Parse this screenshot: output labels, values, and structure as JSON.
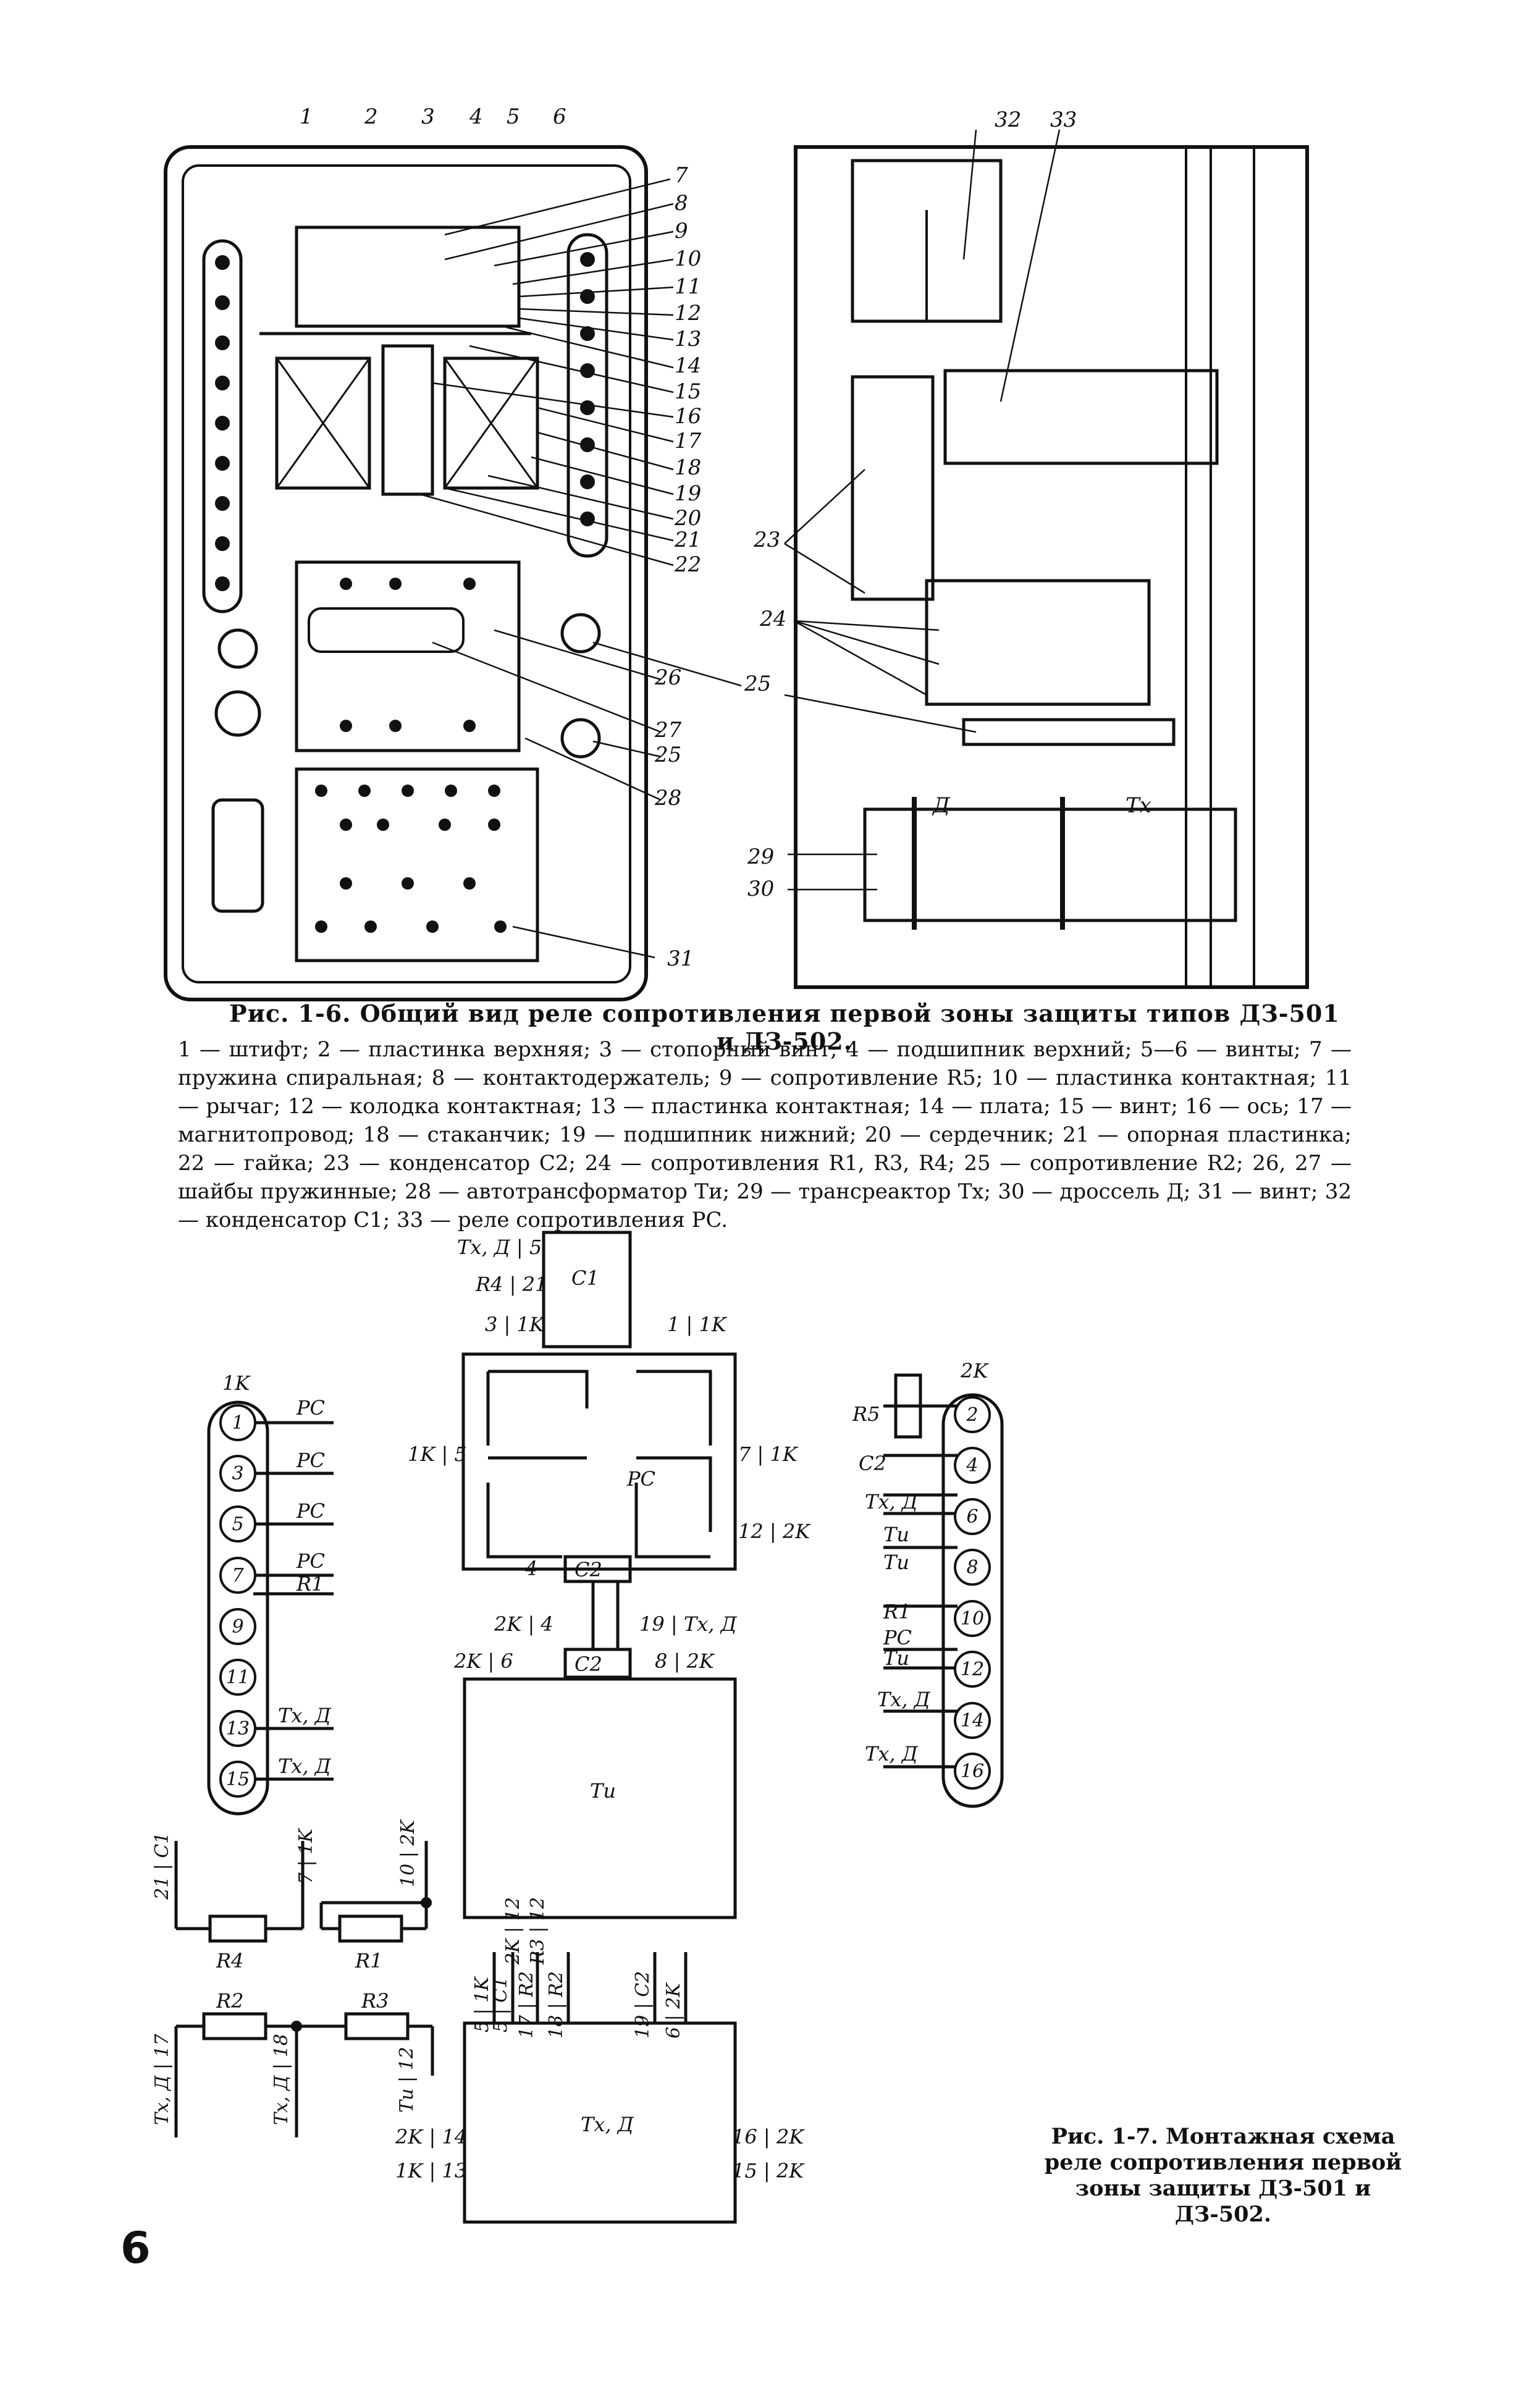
{
  "fig6": {
    "callouts_top": [
      "1",
      "2",
      "3",
      "4",
      "5",
      "6"
    ],
    "callouts_right": [
      "7",
      "8",
      "9",
      "10",
      "11",
      "12",
      "13",
      "14",
      "15",
      "16",
      "17",
      "18",
      "19",
      "20",
      "21",
      "22"
    ],
    "callouts_lower": [
      "26",
      "25",
      "27",
      "25",
      "28",
      "31"
    ],
    "callouts_side": [
      "32",
      "33",
      "23",
      "24",
      "25",
      "29",
      "30"
    ],
    "label_D": "Д",
    "label_Tx": "Tх",
    "caption_title": "Рис. 1-6. Общий вид реле сопротивления первой зоны защиты типов ДЗ-501 и ДЗ-502.",
    "caption_legend": "1 — штифт; 2 — пластинка верхняя; 3 — стопорный винт; 4 — подшипник верхний; 5—6 — винты; 7 — пружина спиральная; 8 — контактодержатель; 9 — сопротивление R5; 10 — пластинка контактная; 11 — рычаг; 12 — колодка контактная; 13 — пластинка контактная; 14 — плата; 15 — винт; 16 — ось; 17 — магнитопровод; 18 — стаканчик; 19 — подшипник нижний; 20 — сердечник; 21 — опорная пластинка; 22 — гайка; 23 — конденсатор C2; 24 — сопротивления R1, R3, R4; 25 — сопротивление R2; 26, 27 — шайбы пружинные; 28 — автотрансформатор Tи; 29 — трансреактор Tх; 30 — дроссель Д; 31 — винт; 32 — конденсатор C1; 33 — реле сопротивления PC."
  },
  "fig7": {
    "block_1k": {
      "title": "1K",
      "terminals": [
        "1",
        "3",
        "5",
        "7",
        "9",
        "11",
        "13",
        "15"
      ],
      "labels": [
        "PC",
        "PC",
        "PC",
        "PC",
        "R1",
        "Tх, Д",
        "Tх, Д"
      ]
    },
    "block_2k": {
      "title": "2K",
      "terminals": [
        "2",
        "4",
        "6",
        "8",
        "10",
        "12",
        "14",
        "16"
      ],
      "labels": [
        "R5",
        "C2",
        "Tх, Д",
        "Tи",
        "Tи",
        "R1",
        "PC",
        "Tи",
        "Tх, Д",
        "Tх, Д"
      ]
    },
    "c1": {
      "name": "C1",
      "wires": [
        "Tх, Д | 5",
        "R4 | 21",
        "3 | 1K",
        "1 | 1K"
      ]
    },
    "pc": {
      "name": "PC",
      "wires": [
        "1K | 5",
        "7 | 1K",
        "12 | 2K",
        "4"
      ]
    },
    "c2": {
      "name": "C2",
      "wires": [
        "2K | 4",
        "19 | Tх, Д"
      ]
    },
    "tu": {
      "name": "Tи",
      "wires": [
        "2K | 6",
        "8 | 2K",
        "2K | 12",
        "R3 | 12"
      ]
    },
    "r_top": {
      "wires": [
        "21 | C1",
        "7 | 1K",
        "10 | 2K"
      ],
      "r4": "R4",
      "r1": "R1"
    },
    "r_bottom": {
      "wires": [
        "Tх, Д | 17",
        "Tх, Д | 18",
        "Tи | 12"
      ],
      "r2": "R2",
      "r3": "R3"
    },
    "tx": {
      "name": "Tх, Д",
      "top": [
        "5 | 1K",
        "5 | C1",
        "17 | R2",
        "18 | R2",
        "19 | C2",
        "6 | 2K"
      ],
      "left": [
        "2K | 14",
        "1K | 13"
      ],
      "right": [
        "16 | 2K",
        "15 | 2K"
      ]
    },
    "caption": "Рис. 1-7. Монтажная схема реле сопротивления первой зоны защиты ДЗ-501 и ДЗ-502."
  },
  "page_number": "6"
}
